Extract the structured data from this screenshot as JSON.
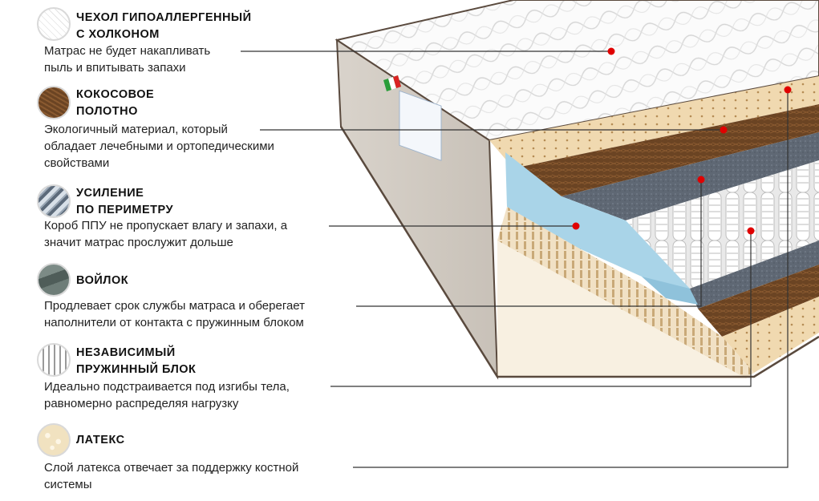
{
  "layers": [
    {
      "title": "ЧЕХОЛ ГИПОАЛЛЕРГЕННЫЙ\nС ХОЛКОНОМ",
      "description": "Матрас не будет накапливать\nпыль и впитывать запахи",
      "icon": "quilted-fabric-icon"
    },
    {
      "title": "КОКОСОВОЕ\nПОЛОТНО",
      "description": "Экологичный материал, который\nобладает лечебными и ортопедическими\nсвойствами",
      "icon": "coconut-coir-icon"
    },
    {
      "title": "УСИЛЕНИЕ\nПО ПЕРИМЕТРУ",
      "description": "Короб ППУ не пропускает влагу и запахи, а\nзначит матрас прослужит дольше",
      "icon": "perimeter-reinforcement-icon"
    },
    {
      "title": "ВОЙЛОК",
      "description": "Продлевает срок службы матраса  и оберегает\nнаполнители от контакта с пружинным блоком",
      "icon": "felt-icon"
    },
    {
      "title": "НЕЗАВИСИМЫЙ\nПРУЖИННЫЙ БЛОК",
      "description": "Идеально подстраивается под изгибы тела,\nравномерно распределяя нагрузку",
      "icon": "pocket-springs-icon"
    },
    {
      "title": "ЛАТЕКС",
      "description": "Слой латекса отвечает за поддержку костной\nсистемы",
      "icon": "latex-icon"
    }
  ],
  "colors": {
    "marker": "#e00000",
    "leader_line": "#333333",
    "title": "#111111",
    "text": "#222222"
  }
}
